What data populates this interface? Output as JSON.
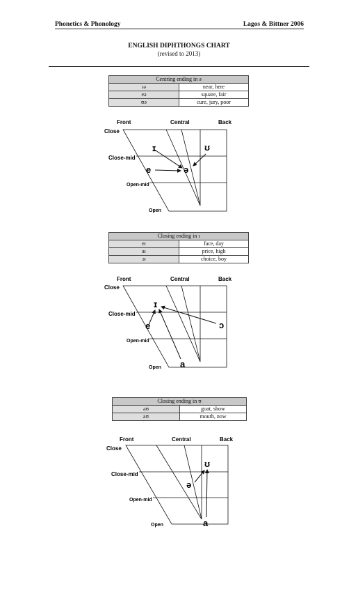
{
  "header": {
    "left": "Phonetics & Phonology",
    "right": "Lagos & Bittner 2006"
  },
  "title": "ENGLISH DIPHTHONGS CHART",
  "subtitle": "(revised to 2013)",
  "labels": {
    "front": "Front",
    "central": "Central",
    "back": "Back",
    "close": "Close",
    "close_mid": "Close-mid",
    "open_mid": "Open-mid",
    "open": "Open"
  },
  "tables": [
    {
      "caption": "Centring ending in ə",
      "rows": [
        {
          "symbol": "ɪə",
          "words": "near, here"
        },
        {
          "symbol": "eə",
          "words": "square, fair"
        },
        {
          "symbol": "ʊə",
          "words": "cure, jury, poor"
        }
      ]
    },
    {
      "caption": "Closing ending in ɪ",
      "rows": [
        {
          "symbol": "eɪ",
          "words": "face, day"
        },
        {
          "symbol": "aɪ",
          "words": "price, high"
        },
        {
          "symbol": "ɔɪ",
          "words": "choice, boy"
        }
      ]
    },
    {
      "caption": "Closing ending in ʊ",
      "rows": [
        {
          "symbol": "əʊ",
          "words": "goat, show"
        },
        {
          "symbol": "aʊ",
          "words": "mouth, now"
        }
      ]
    }
  ],
  "charts": [
    {
      "vowels": [
        "ɪ",
        "ʊ",
        "e",
        "ə"
      ]
    },
    {
      "vowels": [
        "ɪ",
        "e",
        "ɔ",
        "a"
      ]
    },
    {
      "vowels": [
        "ʊ",
        "ə",
        "a"
      ]
    }
  ]
}
